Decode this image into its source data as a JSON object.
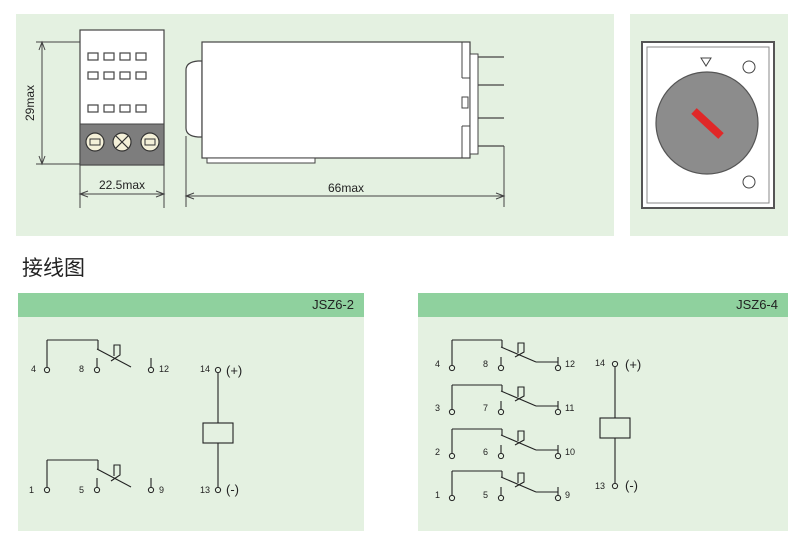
{
  "dimensions": {
    "height_label": "29max",
    "width_label": "22.5max",
    "length_label": "66max"
  },
  "section_title": "接线图",
  "wiring_2": {
    "model": "JSZ6-2",
    "terminals": {
      "t4": "4",
      "t8": "8",
      "t12": "12",
      "t1": "1",
      "t5": "5",
      "t9": "9",
      "t14": "14",
      "t13": "13"
    },
    "plus": "(+)",
    "minus": "(-)"
  },
  "wiring_4": {
    "model": "JSZ6-4",
    "terminals": {
      "t4": "4",
      "t8": "8",
      "t12": "12",
      "t3": "3",
      "t7": "7",
      "t11": "11",
      "t2": "2",
      "t6": "6",
      "t10": "10",
      "t1": "1",
      "t5": "5",
      "t9": "9",
      "t14": "14",
      "t13": "13"
    },
    "plus": "(+)",
    "minus": "(-)"
  },
  "colors": {
    "panel_bg": "#e4f1e1",
    "header_bar": "#8fd19e",
    "knob_indicator": "#e02828",
    "knob_face": "#8c8c8c"
  }
}
